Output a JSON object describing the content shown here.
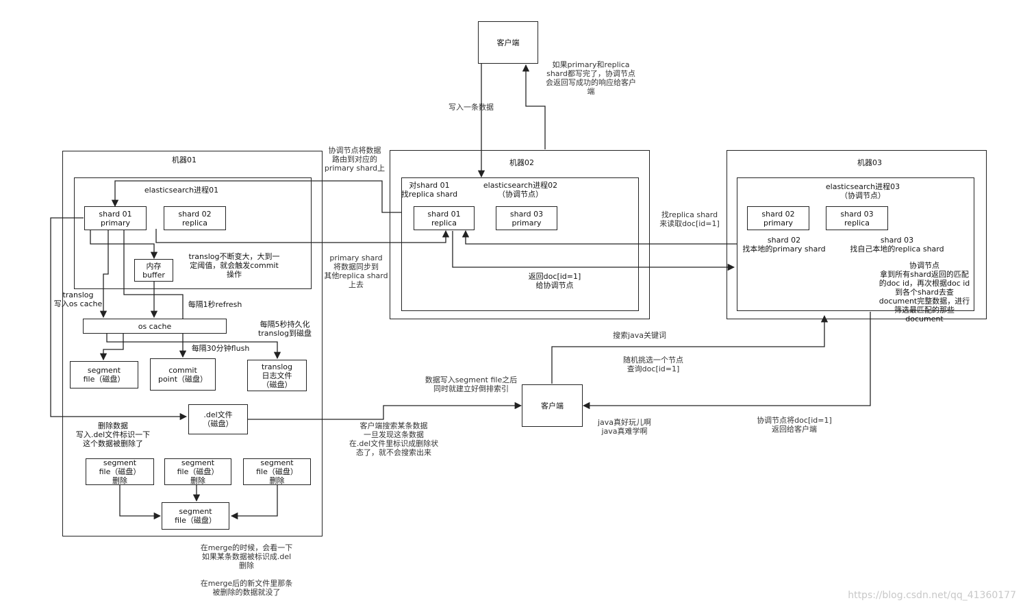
{
  "client_top": "客户端",
  "client_bottom": "客户端",
  "note_write_data": "写入一条数据",
  "note_primary_replica_done": "如果primary和replica\nshard都写完了，协调节点\n会返回写成功的响应给客户\n端",
  "note_route": "协调节点将数据\n路由到对应的\nprimary shard上",
  "note_sync_replica": "primary shard\n将数据同步到\n其他replica shard\n上去",
  "note_find_replica": "找replica shard\n来读取doc[id=1]",
  "note_search_keyword": "搜索java关键词",
  "note_random_node": "随机挑选一个节点\n查询doc[id=1]",
  "note_return_client": "协调节点将doc[id=1]\n返回给客户端",
  "note_segment_index": "数据写入segment file之后\n同时就建立好倒排索引",
  "note_java_docs": "java真好玩儿啊\njava真难学啊",
  "note_del_search": "客户端搜索某条数据\n一旦发现这条数据\n在.del文件里标识成删除状\n态了，就不会搜索出来",
  "note_merge": "在merge的时候，会看一下\n如果某条数据被标识成.del\n删除\n\n在merge后的新文件里那条\n被删除的数据就没了",
  "m01": {
    "title": "机器01",
    "process": "elasticsearch进程01",
    "shard01": "shard 01\nprimary",
    "shard02": "shard 02\nreplica",
    "buffer": "内存\nbuffer",
    "os_cache": "os cache",
    "segment_file": "segment\nfile（磁盘）",
    "commit_point": "commit\npoint（磁盘）",
    "translog_file": "translog\n日志文件\n（磁盘）",
    "del_file": ".del文件\n（磁盘）",
    "seg_del_1": "segment\nfile（磁盘）\n删除",
    "seg_del_2": "segment\nfile（磁盘）\n删除",
    "seg_del_3": "segment\nfile（磁盘）\n删除",
    "seg_merged": "segment\nfile（磁盘）",
    "note_translog_commit": "translog不断变大，大到一\n定阈值，就会触发commit\n操作",
    "note_translog_oscache": "translog\n写入os cache",
    "note_refresh": "每隔1秒refresh",
    "note_fsync": "每隔5秒持久化\ntranslog到磁盘",
    "note_flush": "每隔30分钟flush",
    "note_delete": "删除数据\n写入.del文件标识一下\n这个数据被删除了"
  },
  "m02": {
    "title": "机器02",
    "process": "elasticsearch进程02\n（协调节点）",
    "note_replica": "对shard 01\n找replica shard",
    "shard01": "shard 01\nreplica",
    "shard03": "shard 03\nprimary",
    "note_return": "返回doc[id=1]\n给协调节点"
  },
  "m03": {
    "title": "机器03",
    "process": "elasticsearch进程03\n（协调节点）",
    "shard02": "shard 02\nprimary",
    "shard03": "shard 03\nreplica",
    "note_shard02": "shard 02\n找本地的primary shard",
    "note_shard03": "shard 03\n找自己本地的replica shard",
    "note_coordinator": "协调节点\n拿到所有shard返回的匹配\n的doc id，再次根据doc id\n到各个shard去查\ndocument完整数据，进行\n筛选最匹配的那些\ndocument"
  },
  "watermark": "https://blog.csdn.net/qq_41360177"
}
